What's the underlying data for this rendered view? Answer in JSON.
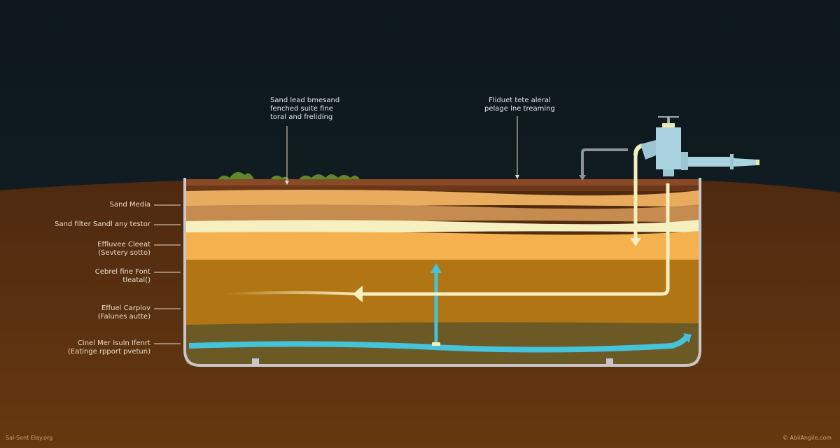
{
  "top_labels": [
    {
      "text": "Sand lead bmesand\nfenched suite fine\ntoral and freliding"
    },
    {
      "text": "Fliduet tete aleral\npelage lne treaming"
    }
  ],
  "left_labels": [
    {
      "text": "Sand Media"
    },
    {
      "text": "Sand filter Sandl any testor"
    },
    {
      "text": "Effluvee Cleeat\n(Sevtery sotto)"
    },
    {
      "text": "Cebrel fine Font\ntleatal()"
    },
    {
      "text": "Effuel Carplov\n(Falunes autte)"
    },
    {
      "text": "Cinel Mer Isuln Ifenrt\n(Eatinge rpport pvetun)"
    }
  ],
  "footer": {
    "left": "Sal-Sont Elay.org",
    "right": "© AbiiAngile.com"
  },
  "colors": {
    "sky": "#101b21",
    "ground": "#5a3214",
    "water": "#44c3da",
    "effluent": "#f6efbf",
    "valve": "#a9d3df"
  }
}
